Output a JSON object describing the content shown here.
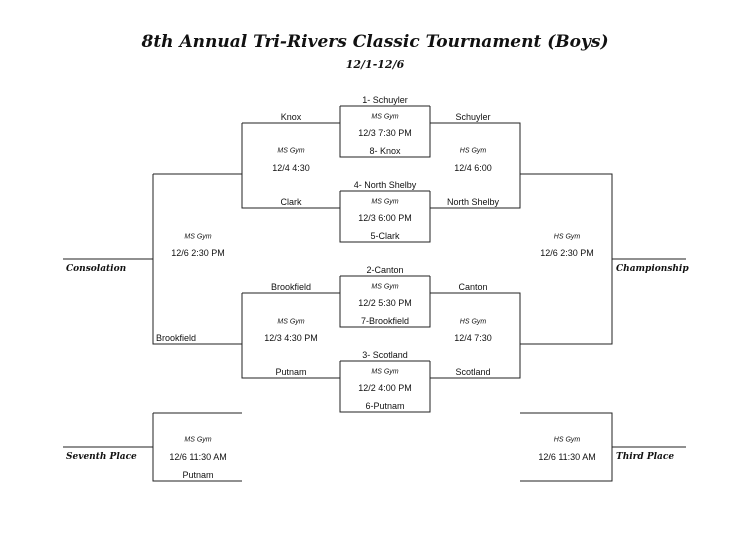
{
  "header": {
    "title": "8th Annual Tri-Rivers Classic Tournament (Boys)",
    "dates": "12/1-12/6"
  },
  "first_round": [
    {
      "top_seed": "1- Schuyler",
      "venue": "MS Gym",
      "time": "12/3 7:30 PM",
      "bottom_seed": "8- Knox"
    },
    {
      "top_seed": "4- North Shelby",
      "venue": "MS Gym",
      "time": "12/3 6:00 PM",
      "bottom_seed": "5-Clark"
    },
    {
      "top_seed": "2-Canton",
      "venue": "MS Gym",
      "time": "12/2 5:30 PM",
      "bottom_seed": "7-Brookfield"
    },
    {
      "top_seed": "3- Scotland",
      "venue": "MS Gym",
      "time": "12/2 4:00 PM",
      "bottom_seed": "6-Putnam"
    }
  ],
  "consolation_semis": [
    {
      "top_team": "Knox",
      "venue": "MS Gym",
      "time": "12/4 4:30",
      "bottom_team": "Clark"
    },
    {
      "top_team": "Brookfield",
      "venue": "MS Gym",
      "time": "12/3 4:30 PM",
      "bottom_team": "Putnam"
    }
  ],
  "championship_semis": [
    {
      "top_team": "Schuyler",
      "venue": "HS Gym",
      "time": "12/4 6:00",
      "bottom_team": "North Shelby"
    },
    {
      "top_team": "Canton",
      "venue": "HS Gym",
      "time": "12/4 7:30",
      "bottom_team": "Scotland"
    }
  ],
  "finals": {
    "consolation": {
      "label": "Consolation",
      "venue": "MS Gym",
      "time": "12/6 2:30 PM",
      "advancer": "Brookfield"
    },
    "championship": {
      "label": "Championship",
      "venue": "HS Gym",
      "time": "12/6 2:30 PM"
    },
    "seventh_place": {
      "label": "Seventh Place",
      "venue": "MS Gym",
      "time": "12/6 11:30 AM",
      "team": "Putnam"
    },
    "third_place": {
      "label": "Third Place",
      "venue": "HS Gym",
      "time": "12/6 11:30 AM"
    }
  }
}
